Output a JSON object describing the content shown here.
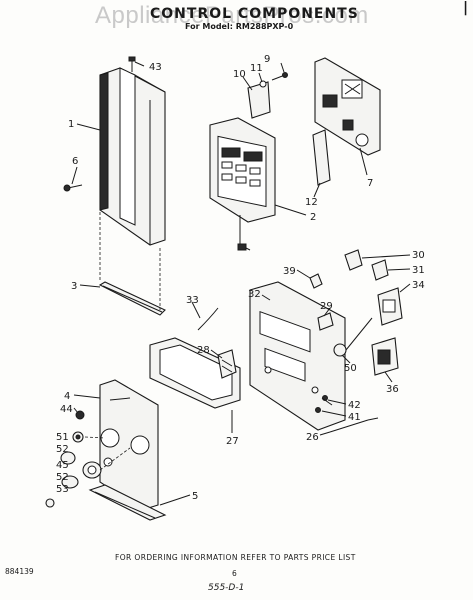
{
  "header": {
    "watermark": "AppliancePartsPros.com",
    "title": "CONTROL COMPONENTS",
    "subtitle": "For Model: RM288PXP-0"
  },
  "footer": {
    "ordering_note": "FOR ORDERING INFORMATION REFER TO PARTS PRICE LIST",
    "part_code": "884139",
    "page_number": "6",
    "reference_code": "555-D-1",
    "corner_mark": "|"
  },
  "callouts": [
    "43",
    "1",
    "6",
    "3",
    "9",
    "11",
    "10",
    "7",
    "12",
    "2",
    "30",
    "31",
    "34",
    "39",
    "33",
    "32",
    "29",
    "28",
    "50",
    "36",
    "4",
    "44",
    "42",
    "41",
    "27",
    "51",
    "52",
    "45",
    "53",
    "5",
    "26"
  ]
}
